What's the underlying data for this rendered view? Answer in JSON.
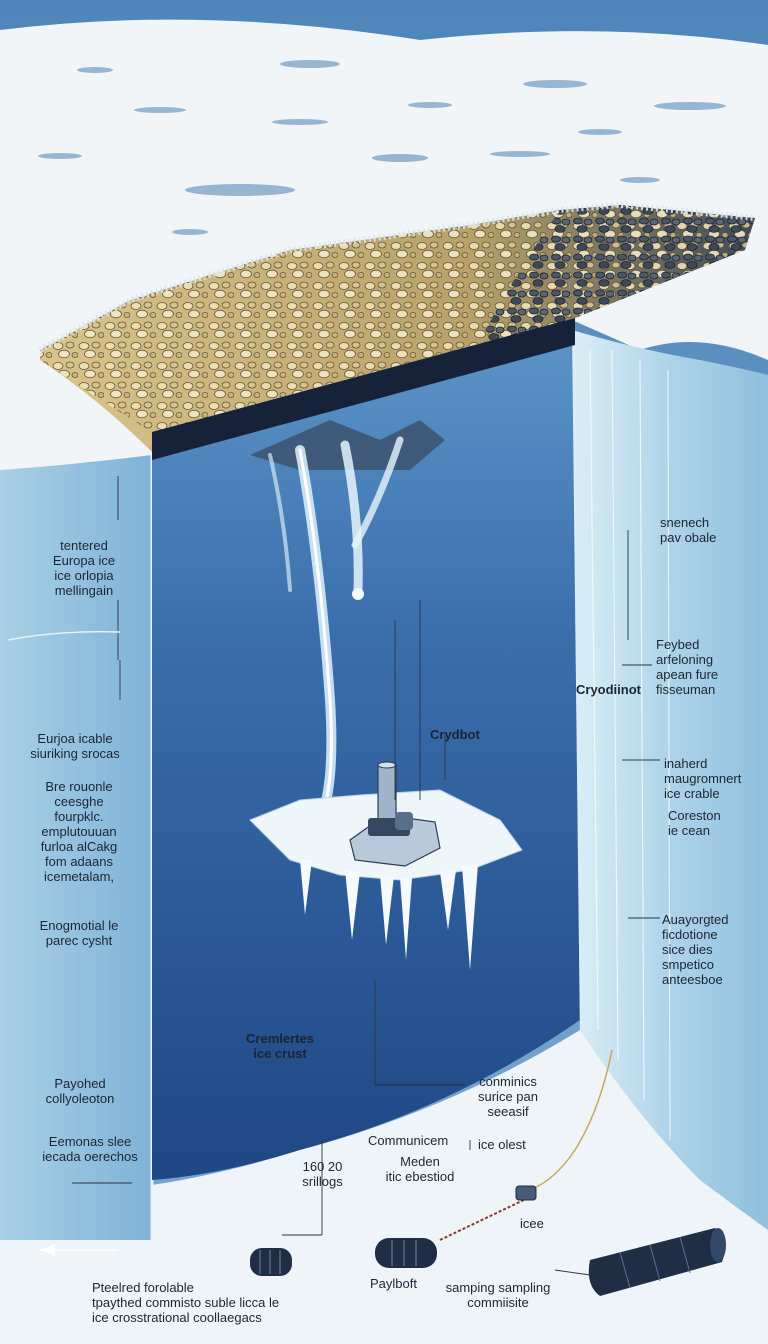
{
  "colors": {
    "sky": "#5d8fc0",
    "ice_surface": "#f2f6f9",
    "ocean_deep": "#24528f",
    "ocean_light": "#6ea3d0",
    "rock": "#c9b27a",
    "cable": "#8a3a2a"
  },
  "icons": {
    "cryobot": "cryobot-probe-icon",
    "payload": "payload-canister-icon",
    "sampler": "sampling-canister-icon",
    "comms": "communication-node-icon"
  },
  "labels": {
    "left_1": [
      "tentered",
      "Europa ice",
      "ice orlopia",
      "mellingain"
    ],
    "left_2": [
      "Eurjoa icable",
      "siuriking srocas"
    ],
    "left_3": [
      "Bre rouonle",
      "ceesghe",
      "fourpklc.",
      "emplutouuan",
      "furloa alCakg",
      "fom adaans",
      "icemetalam,"
    ],
    "left_4": [
      "Enogmotial le",
      "parec cysht"
    ],
    "left_5": [
      "Payohed",
      "collyoleoton"
    ],
    "left_6": [
      "Eemonas slee",
      "iecada oerechos"
    ],
    "bottom_left": [
      "Pteelred forolable",
      "tpaythed commisto suble licca le",
      "ice  crosstrational coollaegacs"
    ],
    "right_1": [
      "snenech",
      "pav obale"
    ],
    "right_2": [
      "Feybed",
      "arfeloning",
      "apean fure",
      "fisseuman"
    ],
    "right_cryo": "Cryodiinot",
    "right_3": [
      "inaherd",
      "maugromnert",
      "ice crable"
    ],
    "right_4": [
      "Coreston",
      "ie cean"
    ],
    "right_5": [
      "Auayorgted",
      "ficdotione",
      "sice dies",
      "smpetico",
      "anteesboe"
    ],
    "cryobot": "Crydbot",
    "crust": [
      "Cremlertes",
      "ice crust"
    ],
    "comms_surface": [
      "conminics",
      "surice pan",
      "seeasif"
    ],
    "communicem": "Communicem",
    "ice_olest": "ice olest",
    "meden": [
      "Meden",
      "itic ebestiod"
    ],
    "count": [
      "160 20",
      "srillogs"
    ],
    "icee": "icee",
    "payload": "Paylboft",
    "sampling": [
      "samping sampling",
      "commiisite"
    ]
  }
}
